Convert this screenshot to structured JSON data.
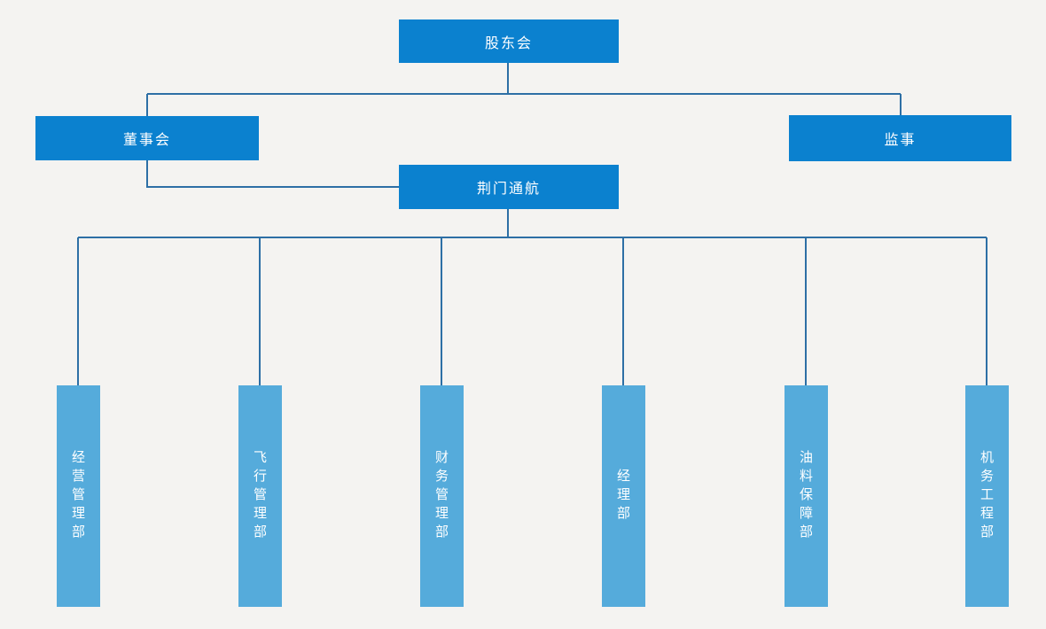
{
  "page": {
    "background_color": "#f4f3f1"
  },
  "diagram": {
    "type": "org-chart",
    "colors": {
      "primary_box": "#0b81cf",
      "department_box": "#55abdb",
      "connector": "#2d6fa5",
      "label_text": "#ffffff"
    },
    "nodes": {
      "shareholders": {
        "label": "股东会"
      },
      "board": {
        "label": "董事会"
      },
      "supervisor": {
        "label": "监事"
      },
      "company": {
        "label": "荆门通航"
      },
      "departments": [
        {
          "label": "经营管理部"
        },
        {
          "label": "飞行管理部"
        },
        {
          "label": "财务管理部"
        },
        {
          "label": "经理部"
        },
        {
          "label": "油料保障部"
        },
        {
          "label": "机务工程部"
        }
      ]
    }
  }
}
